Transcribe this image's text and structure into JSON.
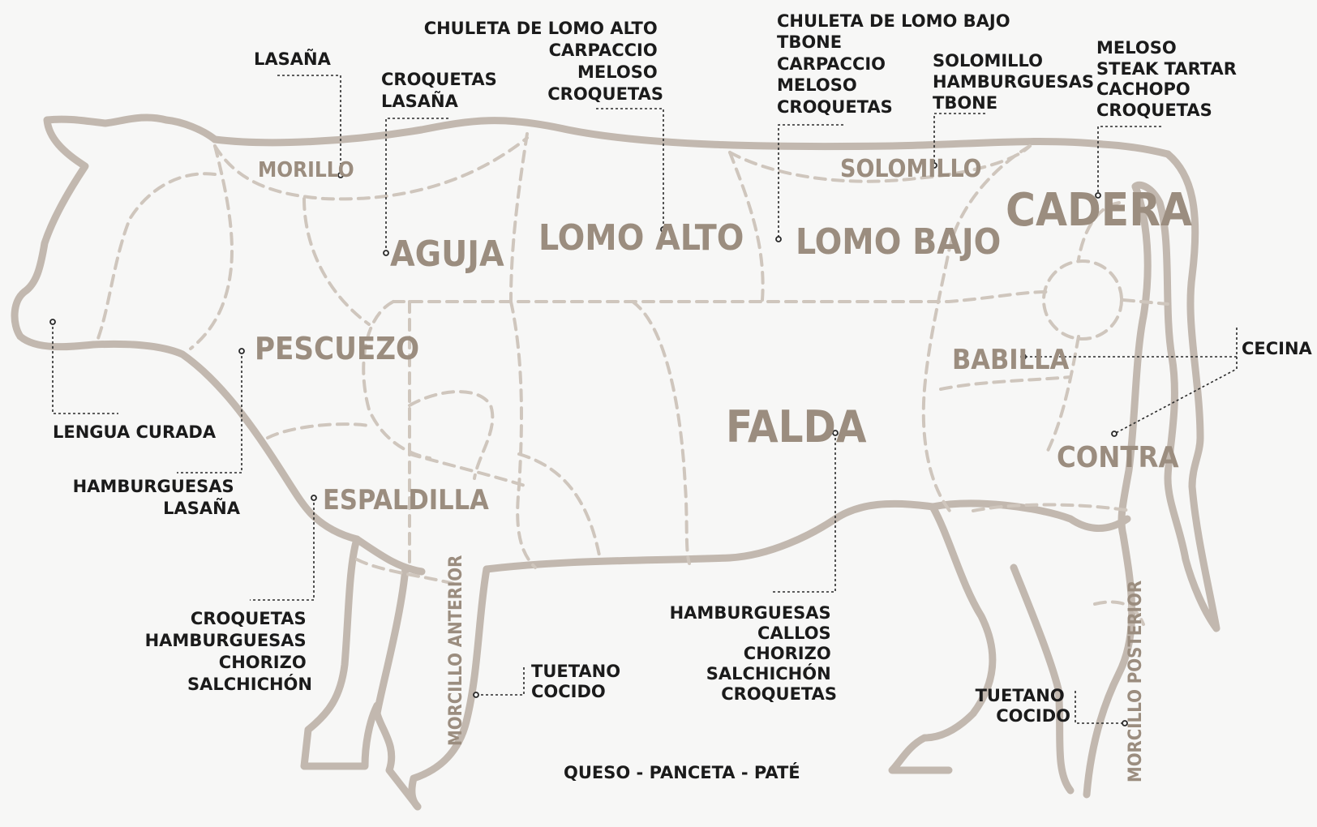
{
  "colors": {
    "outline": "#c2b8af",
    "cut_text": "#9b8d7f",
    "label_text": "#1b1b1b",
    "background": "#f7f7f6"
  },
  "cuts": {
    "morillo": "MORILLO",
    "aguja": "AGUJA",
    "lomo_alto": "LOMO ALTO",
    "solomillo": "SOLOMILLO",
    "lomo_bajo": "LOMO BAJO",
    "cadera": "CADERA",
    "pescuezo": "PESCUEZO",
    "babilla": "BABILLA",
    "falda": "FALDA",
    "contra": "CONTRA",
    "espaldilla": "ESPALDILLA",
    "morcillo_anterior": "MORCILLO ANTERIOR",
    "morcillo_posterior": "MORCILLO POSTERIOR"
  },
  "uses": {
    "morillo": [
      "LASAÑA"
    ],
    "aguja": [
      "CROQUETAS",
      "LASAÑA"
    ],
    "lomo_alto": [
      "CHULETA DE LOMO ALTO",
      "CARPACCIO",
      "MELOSO",
      "CROQUETAS"
    ],
    "lomo_bajo": [
      "CHULETA DE LOMO BAJO",
      "TBONE",
      "CARPACCIO",
      "MELOSO",
      "CROQUETAS"
    ],
    "solomillo": [
      "SOLOMILLO",
      "HAMBURGUESAS",
      "TBONE"
    ],
    "cadera": [
      "MELOSO",
      "STEAK TARTAR",
      "CACHOPO",
      "CROQUETAS"
    ],
    "contra": [
      "CECINA"
    ],
    "lengua": [
      "LENGUA CURADA"
    ],
    "pescuezo": [
      "HAMBURGUESAS",
      "LASAÑA"
    ],
    "espaldilla": [
      "CROQUETAS",
      "HAMBURGUESAS",
      "CHORIZO",
      "SALCHICHÓN"
    ],
    "morcillo_anterior": [
      "TUETANO",
      "COCIDO"
    ],
    "falda": [
      "HAMBURGUESAS",
      "CALLOS",
      "CHORIZO",
      "SALCHICHÓN",
      "CROQUETAS"
    ],
    "morcillo_posterior": [
      "TUETANO",
      "COCIDO"
    ]
  },
  "footer": "QUESO - PANCETA - PATÉ"
}
